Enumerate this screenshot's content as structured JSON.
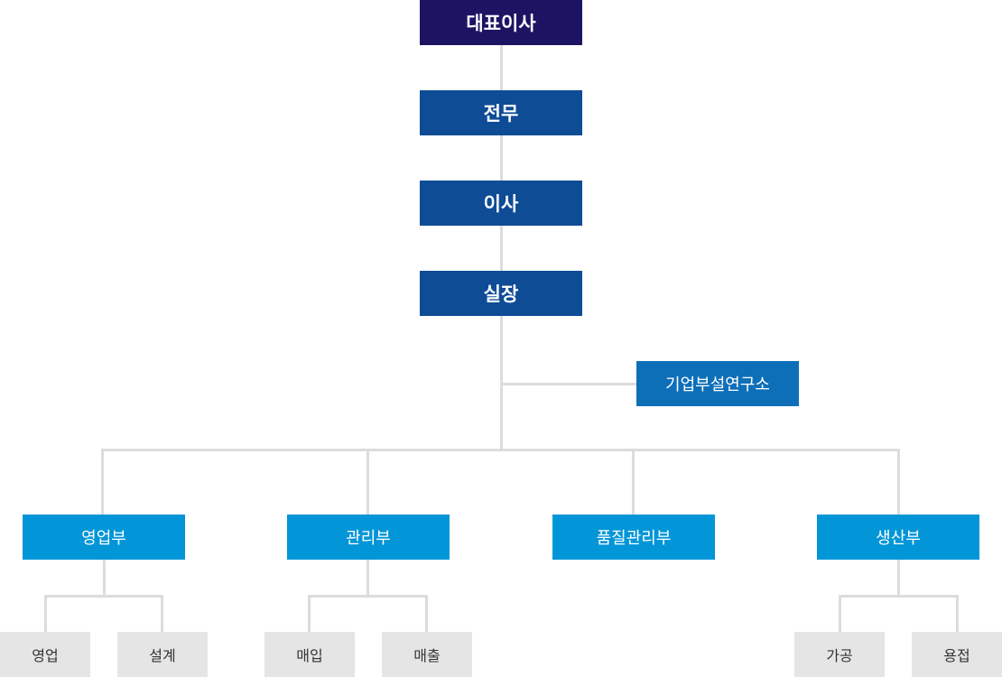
{
  "chart_data": {
    "type": "org-chart",
    "title": "",
    "root": {
      "label": "대표이사",
      "children": [
        {
          "label": "전무",
          "children": [
            {
              "label": "이사",
              "children": [
                {
                  "label": "실장",
                  "side_branch": {
                    "label": "기업부설연구소"
                  },
                  "children": [
                    {
                      "label": "영업부",
                      "children": [
                        {
                          "label": "영업"
                        },
                        {
                          "label": "설계"
                        }
                      ]
                    },
                    {
                      "label": "관리부",
                      "children": [
                        {
                          "label": "매입"
                        },
                        {
                          "label": "매출"
                        }
                      ]
                    },
                    {
                      "label": "품질관리부",
                      "children": []
                    },
                    {
                      "label": "생산부",
                      "children": [
                        {
                          "label": "가공"
                        },
                        {
                          "label": "용접"
                        }
                      ]
                    }
                  ]
                }
              ]
            }
          ]
        }
      ]
    }
  },
  "colors": {
    "ceo": "#1c1463",
    "officer": "#0f4c96",
    "lab": "#0e6fb9",
    "department": "#0296d8",
    "team": "#e5e5e5",
    "connector": "#dcdcdc"
  },
  "nodes": {
    "ceo": "대표이사",
    "managing_director": "전무",
    "director": "이사",
    "chief": "실장",
    "lab": "기업부설연구소",
    "departments": [
      "영업부",
      "관리부",
      "품질관리부",
      "생산부"
    ],
    "teams": {
      "sales": [
        "영업",
        "설계"
      ],
      "admin": [
        "매입",
        "매출"
      ],
      "production": [
        "가공",
        "용접"
      ]
    }
  }
}
